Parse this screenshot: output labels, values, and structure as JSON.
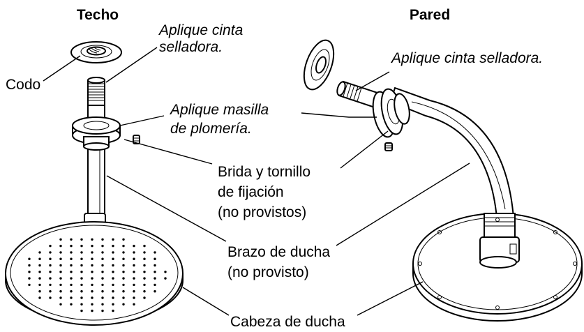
{
  "headers": {
    "ceiling": "Techo",
    "wall": "Pared"
  },
  "labels": {
    "elbow": "Codo",
    "sealing_tape_line1": "Aplique cinta",
    "sealing_tape_line2": "selladora.",
    "sealing_tape_wall": "Aplique cinta selladora.",
    "putty_line1": "Aplique masilla",
    "putty_line2": "de plomería.",
    "flange_line1": "Brida y tornillo",
    "flange_line2": "de fijación",
    "flange_line3": "(no provistos)",
    "arm_line1": "Brazo de ducha",
    "arm_line2": "(no provisto)",
    "head": "Cabeza de ducha"
  }
}
